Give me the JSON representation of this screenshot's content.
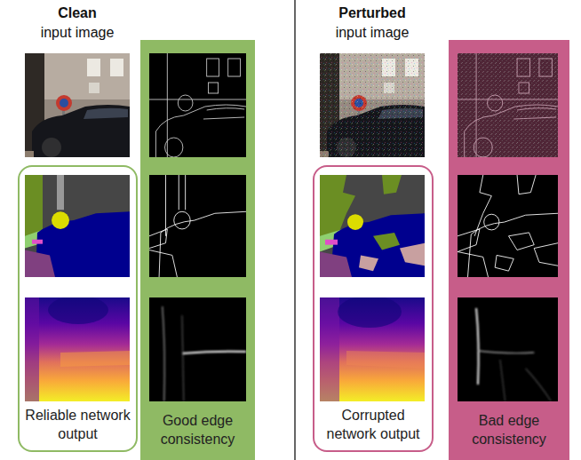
{
  "diagram": {
    "nodes": [
      {
        "text": [
          "Reliable network output"
        ]
      },
      {
        "text": [
          "Good edge consistency"
        ]
      },
      {
        "text": [
          "Corrupted network output"
        ]
      },
      {
        "text": [
          "Bad edge consistency"
        ]
      }
    ],
    "edges": [],
    "labels": [
      "Clean",
      "input image",
      "Perturbed",
      "input image"
    ]
  }
}
